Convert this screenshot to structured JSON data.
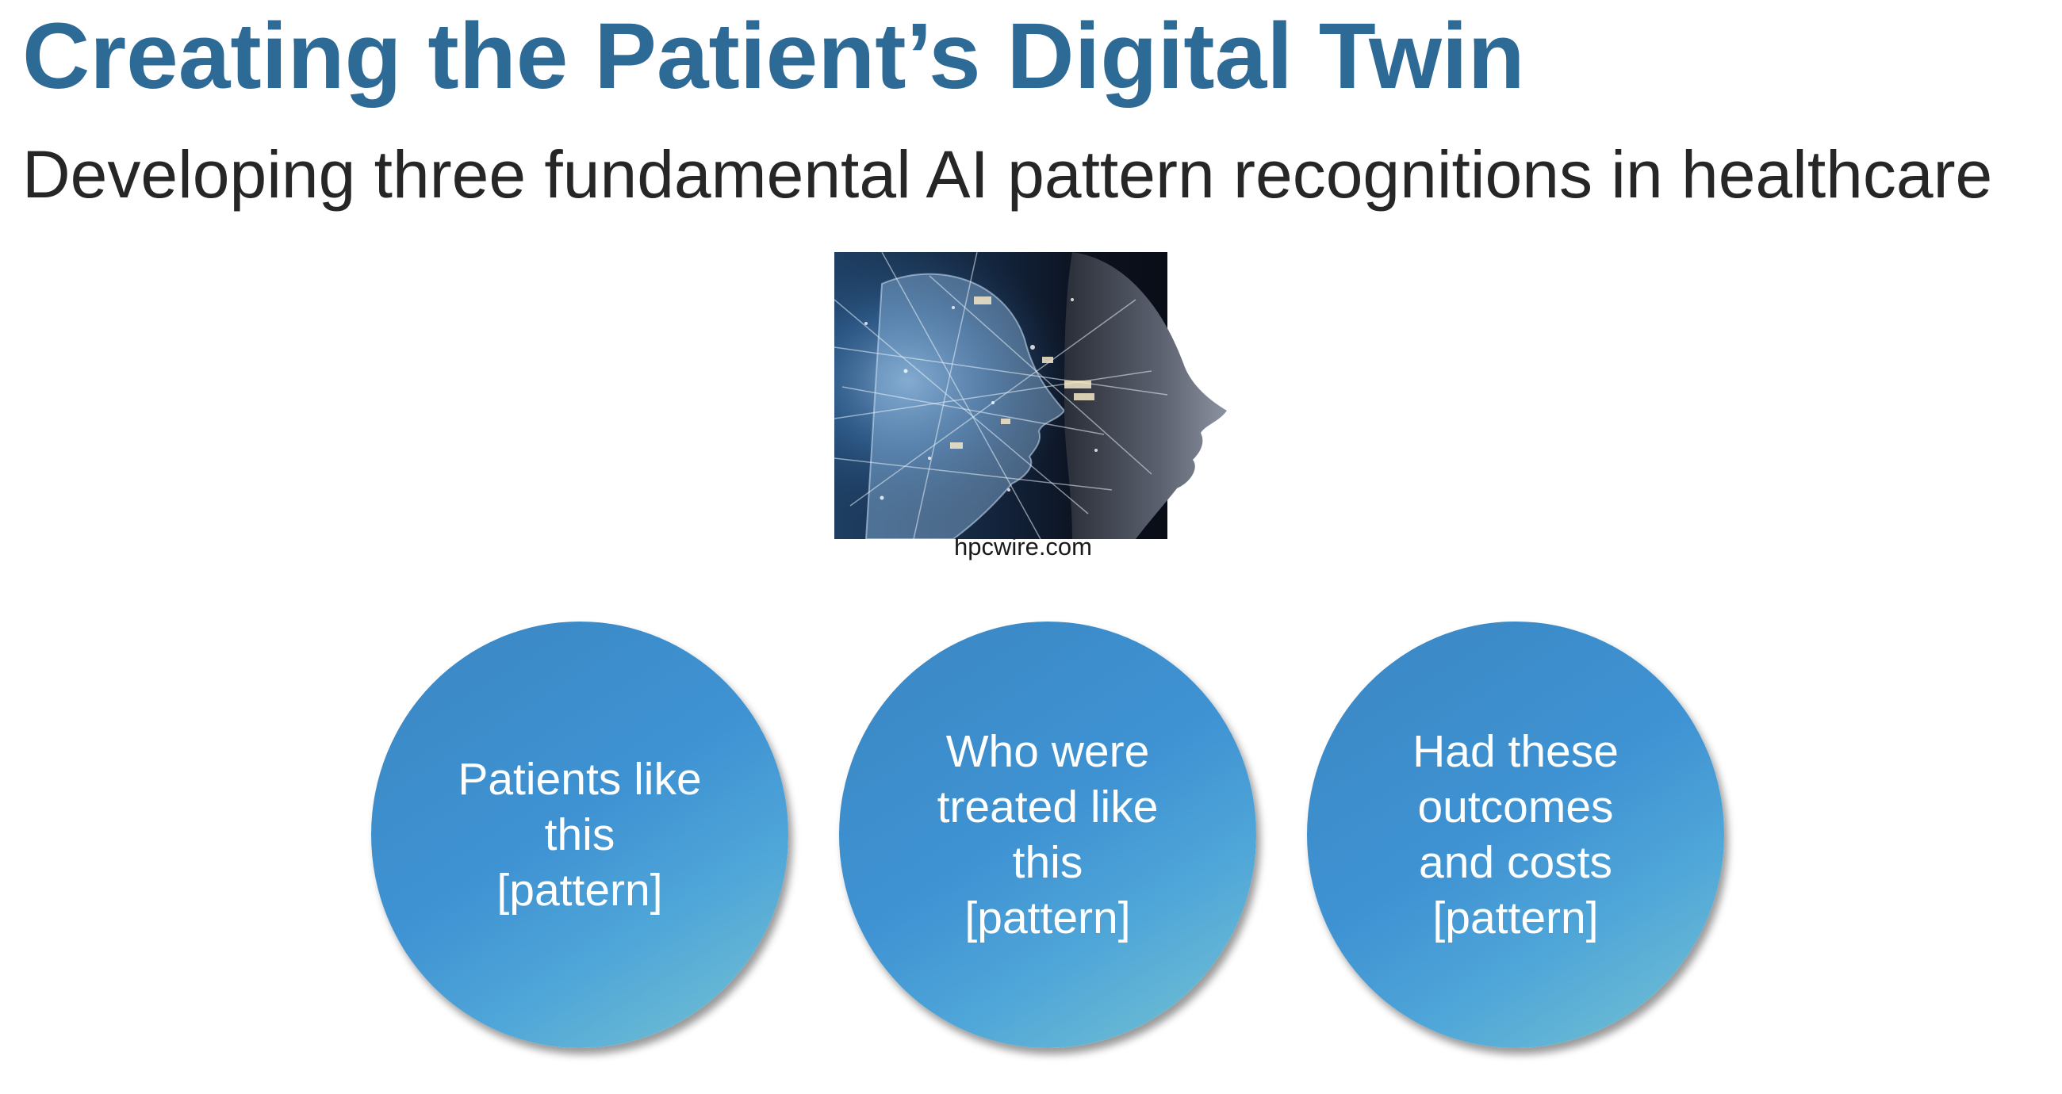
{
  "slide": {
    "title": "Creating the Patient’s Digital Twin",
    "subtitle": "Developing three fundamental AI pattern recognitions in healthcare"
  },
  "hero_image": {
    "description_icon": "ai-digital-face-image",
    "credit": "hpcwire.com"
  },
  "patterns": [
    {
      "text": "Patients like\nthis\n[pattern]"
    },
    {
      "text": "Who were\ntreated like\nthis\n[pattern]"
    },
    {
      "text": "Had these\noutcomes\nand costs\n[pattern]"
    }
  ],
  "colors": {
    "title": "#2e6a96",
    "subtitle": "#262626",
    "circle_start": "#3a86c2",
    "circle_end": "#78c4d2"
  }
}
